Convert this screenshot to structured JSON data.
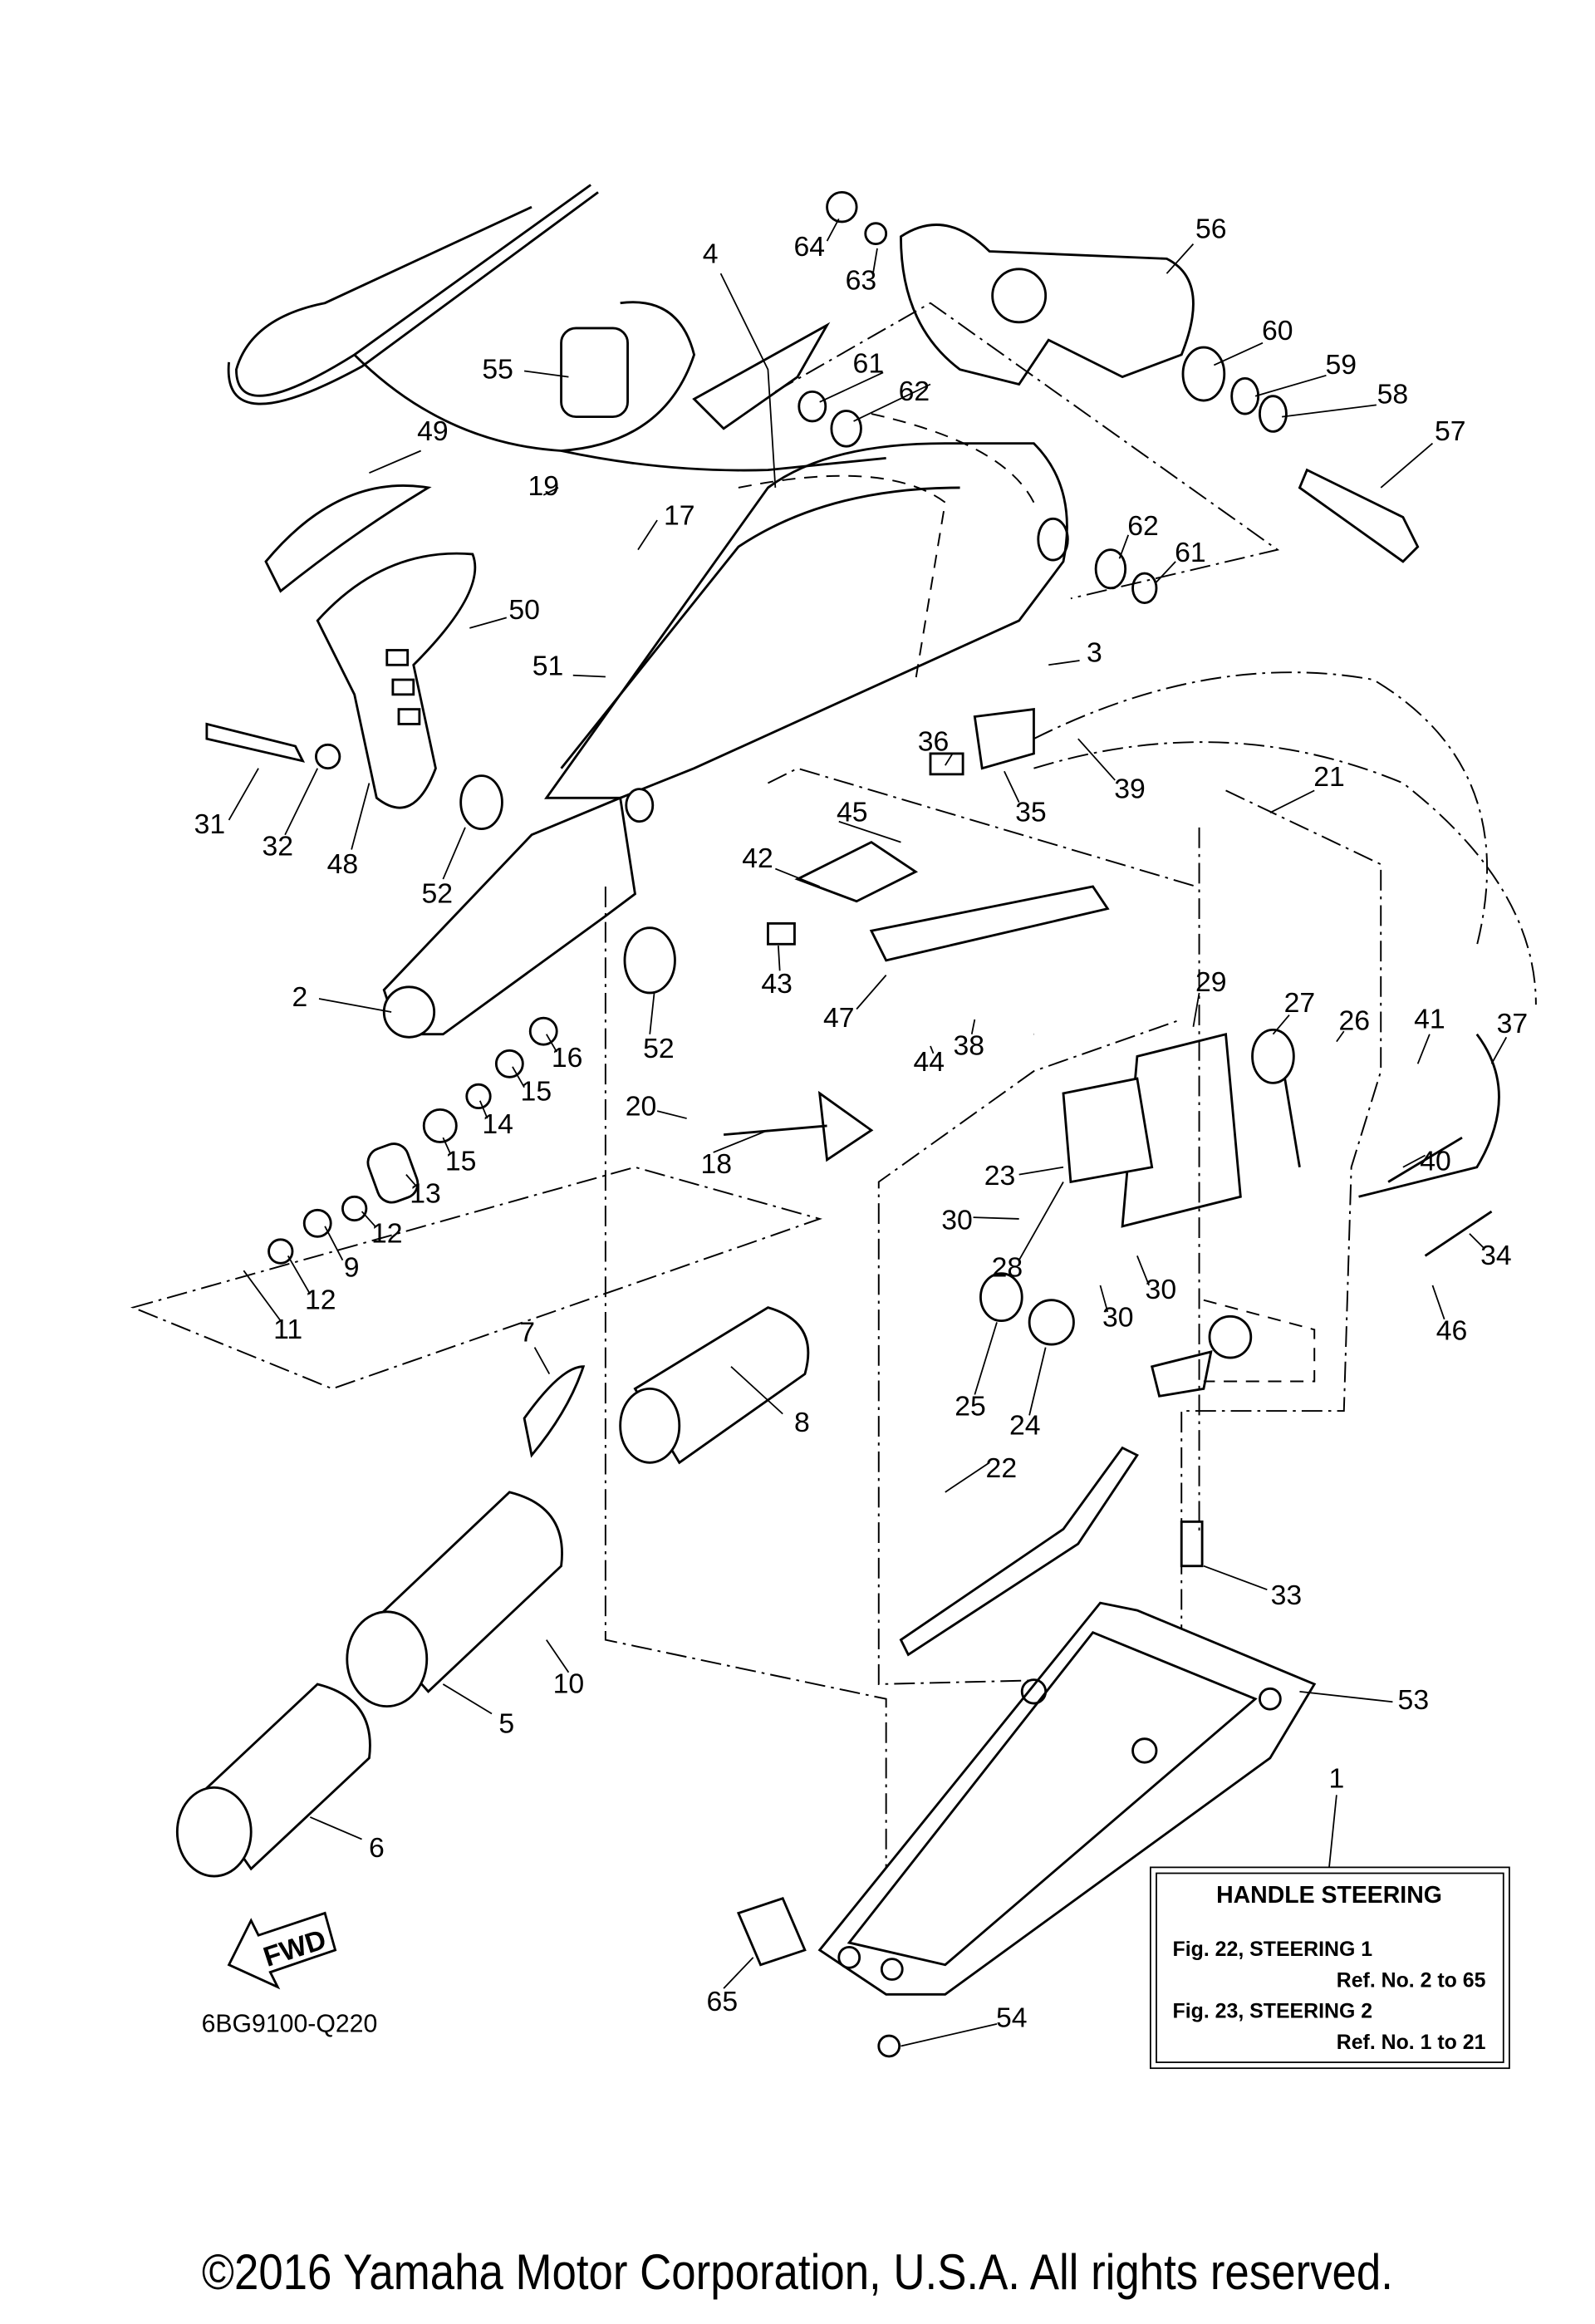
{
  "diagram": {
    "code": "6BG9100-Q220",
    "fwd_label": "FWD",
    "callouts": [
      "64",
      "63",
      "4",
      "56",
      "55",
      "61",
      "62",
      "60",
      "59",
      "58",
      "57",
      "49",
      "19",
      "17",
      "50",
      "62",
      "61",
      "3",
      "51",
      "36",
      "35",
      "39",
      "21",
      "31",
      "32",
      "48",
      "52",
      "45",
      "42",
      "43",
      "47",
      "2",
      "16",
      "15",
      "14",
      "15",
      "13",
      "12",
      "9",
      "12",
      "11",
      "52",
      "20",
      "18",
      "44",
      "38",
      "29",
      "27",
      "26",
      "41",
      "37",
      "23",
      "40",
      "30",
      "28",
      "30",
      "30",
      "34",
      "46",
      "7",
      "8",
      "25",
      "24",
      "22",
      "33",
      "10",
      "5",
      "53",
      "6",
      "1",
      "65",
      "54"
    ]
  },
  "info_box": {
    "title": "HANDLE STEERING",
    "line1": "Fig. 22, STEERING 1",
    "line2": "Ref. No. 2 to 65",
    "line3": "Fig. 23, STEERING 2",
    "line4": "Ref. No. 1 to 21"
  },
  "footer": {
    "copyright": "©2016 Yamaha Motor Corporation, U.S.A. All rights reserved."
  }
}
